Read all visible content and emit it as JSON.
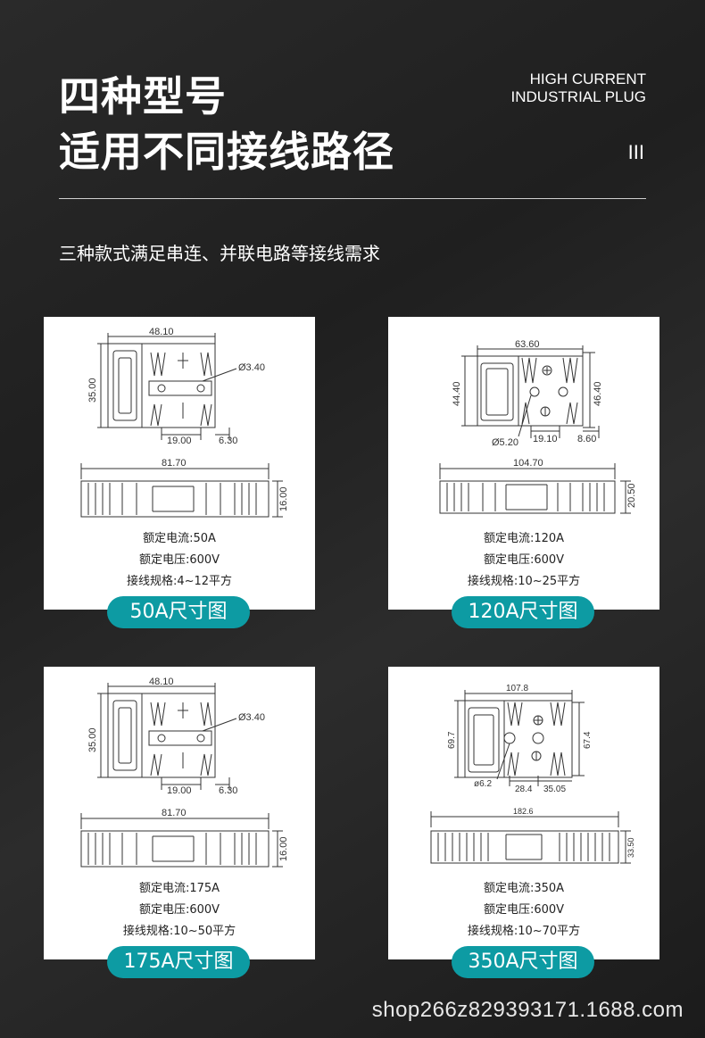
{
  "header": {
    "title_line1": "四种型号",
    "title_line2": "适用不同接线路径",
    "english_line1": "HIGH CURRENT",
    "english_line2": "INDUSTRIAL PLUG",
    "roman_numeral": "III",
    "subtitle": "三种款式满足串连、并联电路等接线需求"
  },
  "cards": [
    {
      "dims": {
        "top_width": "48.10",
        "height": "35.00",
        "hole": "Ø3.40",
        "bottom_mid": "19.00",
        "bottom_right": "6.30",
        "side_length": "81.70",
        "side_height": "16.00"
      },
      "current": "额定电流:50A",
      "voltage": "额定电压:600V",
      "wire": "接线规格:4~12平方",
      "badge": "50A尺寸图"
    },
    {
      "dims": {
        "top_width": "63.60",
        "height_left": "44.40",
        "height_right": "46.40",
        "hole": "Ø5.20",
        "bottom_mid": "19.10",
        "bottom_right": "8.60",
        "side_length": "104.70",
        "side_height": "20.50"
      },
      "current": "额定电流:120A",
      "voltage": "额定电压:600V",
      "wire": "接线规格:10~25平方",
      "badge": "120A尺寸图"
    },
    {
      "dims": {
        "top_width": "48.10",
        "height": "35.00",
        "hole": "Ø3.40",
        "bottom_mid": "19.00",
        "bottom_right": "6.30",
        "side_length": "81.70",
        "side_height": "16.00"
      },
      "current": "额定电流:175A",
      "voltage": "额定电压:600V",
      "wire": "接线规格:10~50平方",
      "badge": "175A尺寸图"
    },
    {
      "dims": {
        "top_width": "107.8",
        "height_left": "69.7",
        "height_right": "67.4",
        "hole": "ø6.2",
        "bottom_mid": "28.4",
        "bottom_right": "35.05",
        "side_length": "182.6",
        "side_height": "33.50"
      },
      "current": "额定电流:350A",
      "voltage": "额定电压:600V",
      "wire": "接线规格:10~70平方",
      "badge": "350A尺寸图"
    }
  ],
  "footer": "shop266z829393171.1688.com"
}
